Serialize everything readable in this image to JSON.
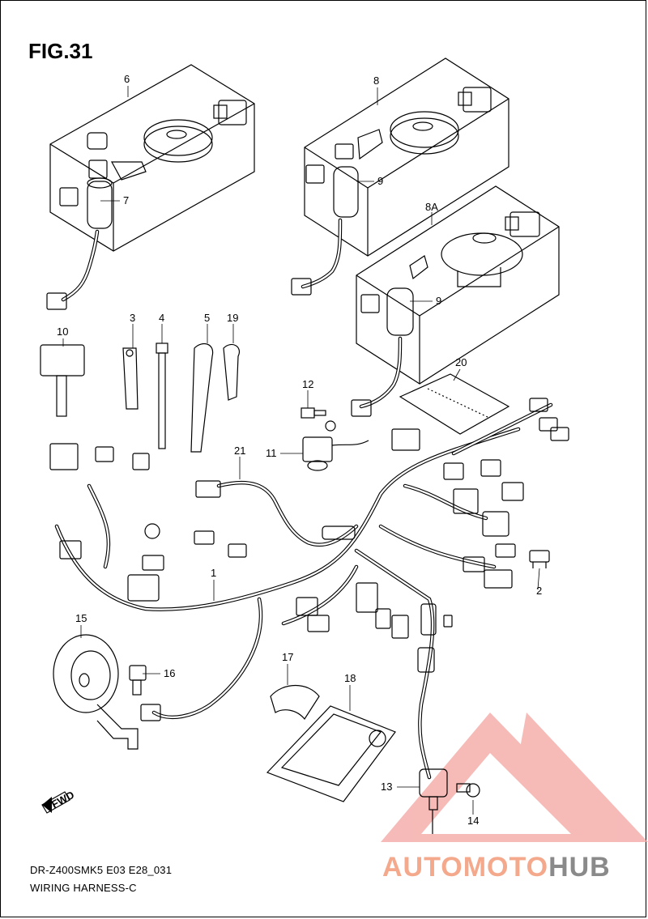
{
  "figure": {
    "title": "FIG.31",
    "code": "DR-Z400SMK5 E03 E28_031",
    "caption": "WIRING HARNESS-C"
  },
  "callouts": {
    "c1": "1",
    "c2": "2",
    "c3": "3",
    "c4": "4",
    "c5": "5",
    "c6": "6",
    "c7": "7",
    "c8": "8",
    "c8a": "8A",
    "c9a": "9",
    "c9b": "9",
    "c10": "10",
    "c11": "11",
    "c12": "12",
    "c13": "13",
    "c14": "14",
    "c15": "15",
    "c16": "16",
    "c17": "17",
    "c18": "18",
    "c19": "19",
    "c20": "20",
    "c21": "21"
  },
  "fwd_marker": "FWD",
  "watermark": {
    "part_a": "AUTOMOTO",
    "part_b": "HUB",
    "color_a": "#f4a98c",
    "color_b": "#8a8a8a",
    "logo_color": "#f08a8a"
  }
}
